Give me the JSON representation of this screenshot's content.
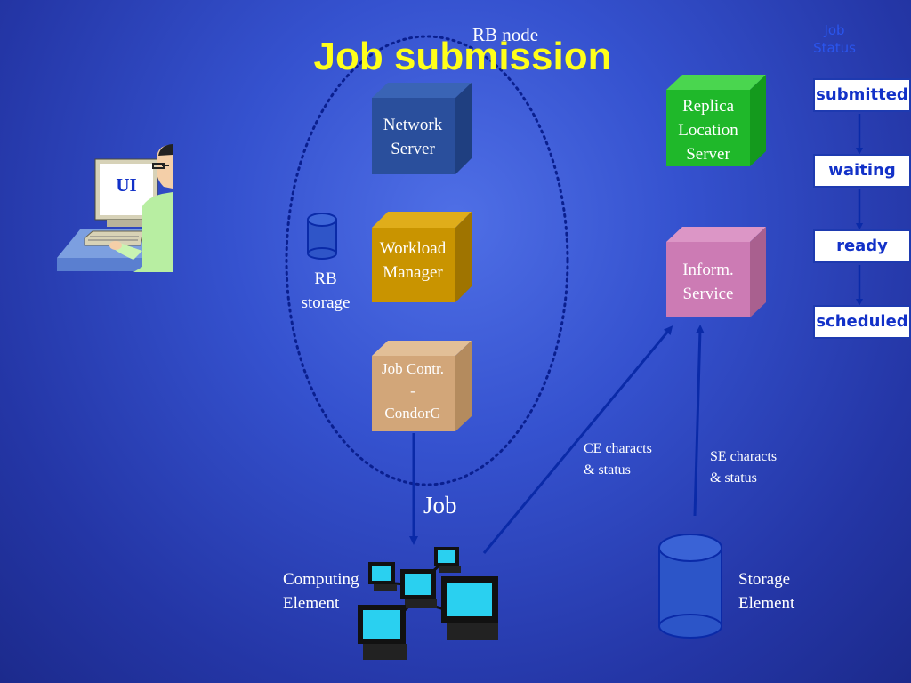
{
  "title": "Job submission",
  "rb_node_label": "RB node",
  "ui_label": "UI",
  "rb_storage": {
    "line1": "RB",
    "line2": "storage"
  },
  "network_server": {
    "line1": "Network",
    "line2": "Server"
  },
  "workload_manager": {
    "line1": "Workload",
    "line2": "Manager"
  },
  "job_controller": {
    "line1": "Job Contr.",
    "line2": "-",
    "line3": "CondorG"
  },
  "replica_location": {
    "line1": "Replica",
    "line2": "Location",
    "line3": "Server"
  },
  "inform_service": {
    "line1": "Inform.",
    "line2": "Service"
  },
  "job_arrow_label": "Job",
  "ce_characts": {
    "line1": "CE characts",
    "line2": "& status"
  },
  "se_characts": {
    "line1": "SE characts",
    "line2": "& status"
  },
  "computing_element": {
    "line1": "Computing",
    "line2": "Element"
  },
  "storage_element": {
    "line1": "Storage",
    "line2": "Element"
  },
  "job_status": {
    "header_line1": "Job",
    "header_line2": "Status",
    "states": [
      "submitted",
      "waiting",
      "ready",
      "scheduled"
    ]
  },
  "colors": {
    "title": "#ffff1a",
    "network_server": "#2a4f9c",
    "workload_manager": "#c99400",
    "job_controller": "#d2a679",
    "replica_location": "#1fb82a",
    "inform_service": "#cc7bb4",
    "arrows": "#0a2aa8",
    "status_text": "#1231c8"
  }
}
